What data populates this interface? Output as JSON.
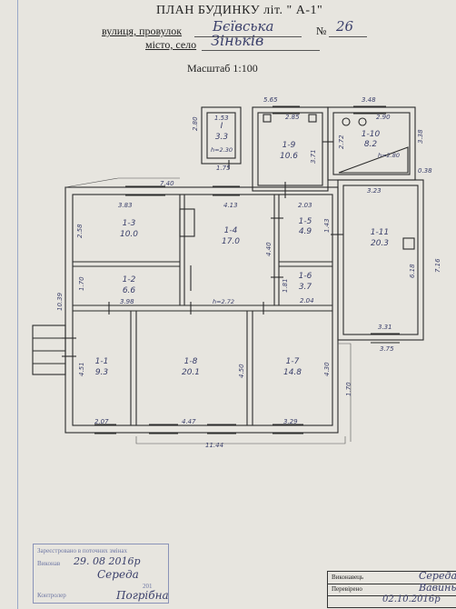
{
  "header": {
    "title": "ПЛАН БУДИНКУ літ. \" А-1\"",
    "street_label": "вулиця, провулок",
    "street_value": "Бєївська",
    "number_label": "№",
    "number_value": "26",
    "town_label": "місто, село",
    "town_value": "Зіньків",
    "scale": "Масштаб 1:100"
  },
  "rooms": [
    {
      "id": "I",
      "area": "3.3"
    },
    {
      "id": "1-9",
      "area": "10.6"
    },
    {
      "id": "1-10",
      "area": "8.2"
    },
    {
      "id": "1-3",
      "area": "10.0"
    },
    {
      "id": "1-4",
      "area": "17.0"
    },
    {
      "id": "1-5",
      "area": "4.9"
    },
    {
      "id": "1-11",
      "area": "20.3"
    },
    {
      "id": "1-2",
      "area": "6.6"
    },
    {
      "id": "1-6",
      "area": "3.7"
    },
    {
      "id": "1-1",
      "area": "9.3"
    },
    {
      "id": "1-8",
      "area": "20.1"
    },
    {
      "id": "1-7",
      "area": "14.8"
    }
  ],
  "heights": [
    "h=2.30",
    "h=2.80",
    "h=2.72"
  ],
  "dimensions": [
    "5.65",
    "3.48",
    "1.53",
    "2.85",
    "2.90",
    "2.80",
    "1.75",
    "3.71",
    "2.72",
    "3.38",
    "0.38",
    "7.40",
    "3.83",
    "4.13",
    "2.03",
    "3.23",
    "2.58",
    "4.40",
    "1.43",
    "6.18",
    "7.16",
    "1.70",
    "1.81",
    "2.04",
    "10.39",
    "3.98",
    "3.31",
    "3.75",
    "4.51",
    "4.50",
    "4.30",
    "1.70",
    "2.07",
    "4.47",
    "3.29",
    "11.44"
  ],
  "stamp": {
    "line1": "Зареєстровано в поточних змінах",
    "date_label": "Виконав",
    "date": "29. 08 2016р",
    "name": "Середа",
    "checked_label": "Контролер",
    "year_mark": "201",
    "checked_name": "Погрібна"
  },
  "signbox": {
    "done_label": "Виконавець",
    "done_name": "Середа",
    "checked_label": "Перевірено",
    "checked_name": "Вавинь",
    "date": "02.10.2016р"
  }
}
